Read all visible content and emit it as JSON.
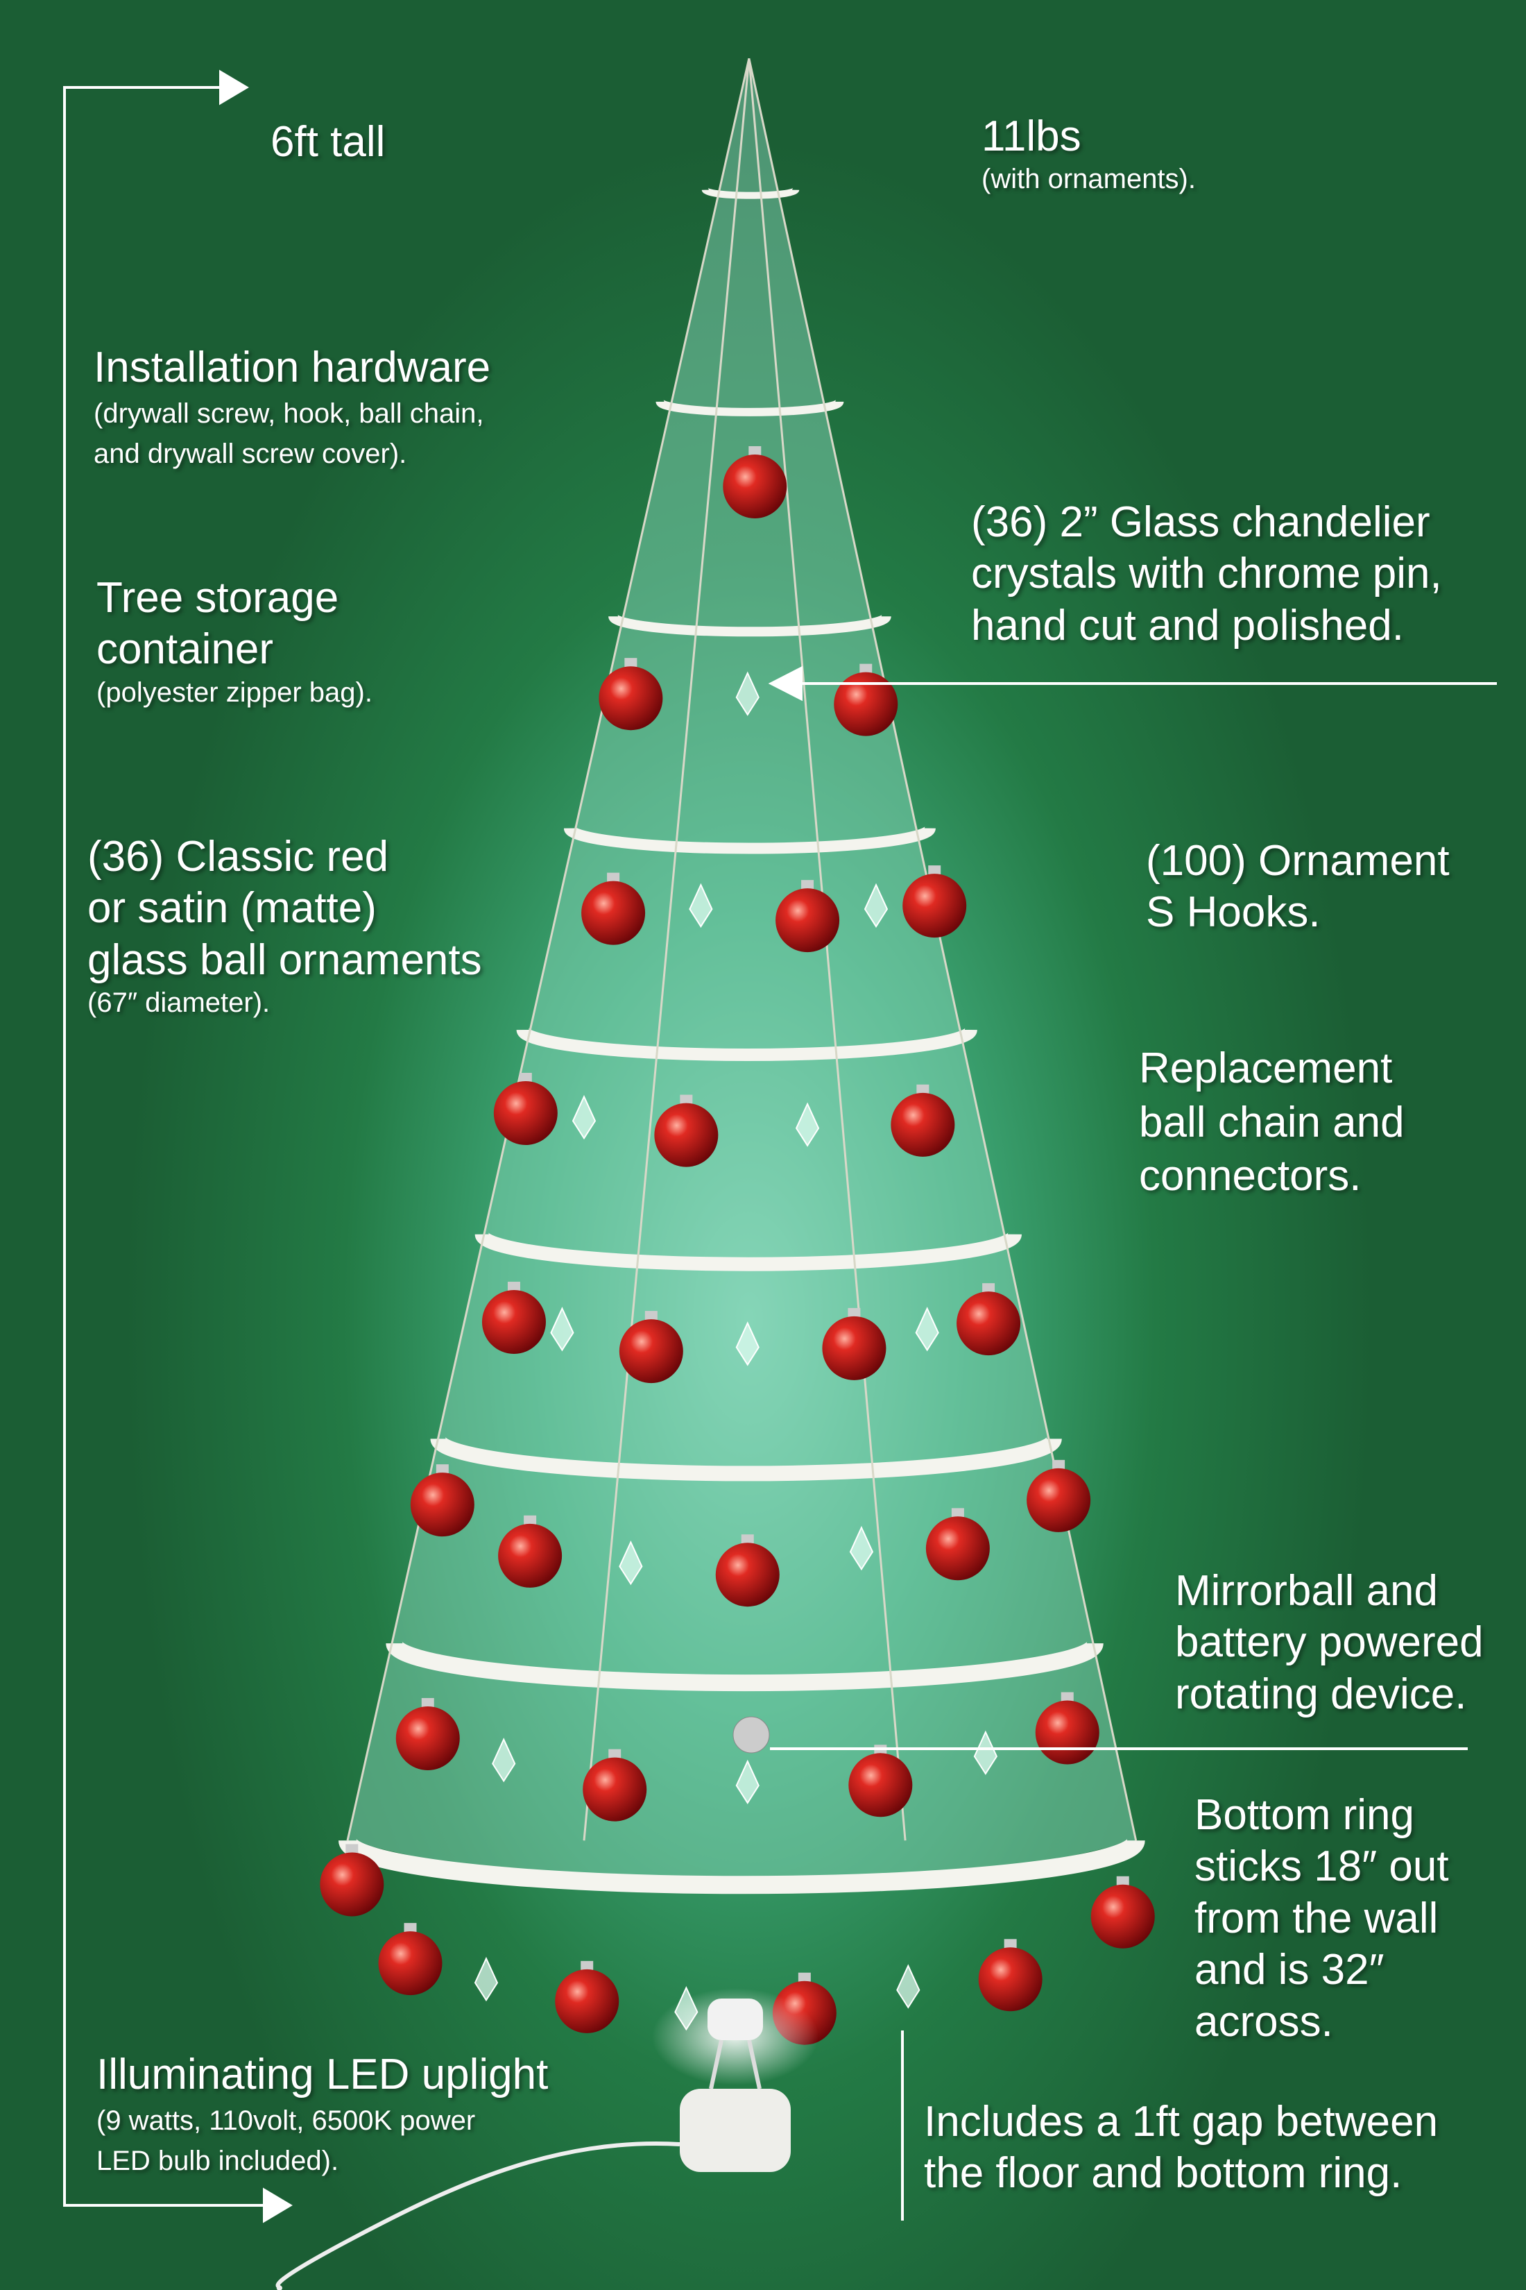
{
  "height": {
    "label": "6ft tall"
  },
  "weight": {
    "label": "11lbs",
    "note": "(with ornaments)."
  },
  "hardware": {
    "title": "Installation hardware",
    "detail": [
      "(drywall screw, hook, ball chain,",
      "and drywall screw cover)."
    ]
  },
  "crystals": {
    "lines": [
      "(36) 2” Glass chandelier",
      "crystals with chrome pin,",
      "hand cut and polished."
    ]
  },
  "storage": {
    "lines": [
      "Tree storage",
      "container"
    ],
    "detail": "(polyester zipper bag)."
  },
  "ornaments": {
    "lines": [
      "(36) Classic red",
      "or satin (matte)",
      "glass ball ornaments"
    ],
    "detail": "(67″ diameter)."
  },
  "hooks": {
    "lines": [
      "(100) Ornament",
      "S Hooks."
    ]
  },
  "chain": {
    "lines": [
      "Replacement",
      "ball chain and",
      "connectors."
    ]
  },
  "mirrorball": {
    "lines": [
      "Mirrorball and",
      "battery powered",
      "rotating device."
    ]
  },
  "bottom_ring": {
    "lines": [
      "Bottom ring",
      "sticks 18″ out",
      "from the wall",
      "and is 32″",
      "across."
    ]
  },
  "uplight": {
    "title": "Illuminating LED uplight",
    "detail": [
      "(9 watts, 110volt, 6500K power",
      "LED bulb included)."
    ]
  },
  "gap": {
    "lines": [
      "Includes a 1ft gap between",
      "the floor and bottom ring."
    ]
  },
  "colors": {
    "ornament": "#c0141a",
    "ring": "#f4f4ee",
    "background": "#237a45"
  }
}
